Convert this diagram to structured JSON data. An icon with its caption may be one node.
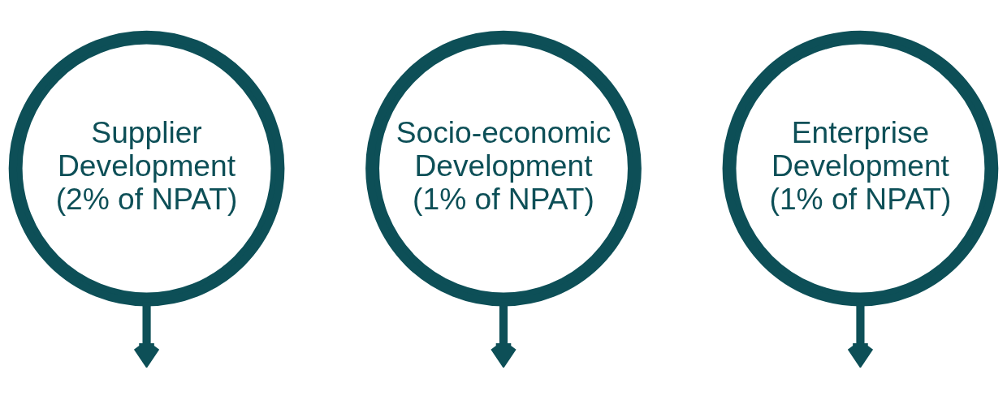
{
  "diagram": {
    "nodes": [
      {
        "text": [
          "Supplier Development (2% of NPAT)"
        ]
      },
      {
        "text": [
          "Socio-economic Development (1% of NPAT)"
        ]
      },
      {
        "text": [
          "Enterprise Development (1% of NPAT)"
        ]
      }
    ],
    "edges": [
      {
        "from": 0,
        "to": null,
        "arrow": "to"
      },
      {
        "from": 1,
        "to": null,
        "arrow": "to"
      },
      {
        "from": 2,
        "to": null,
        "arrow": "to"
      }
    ]
  }
}
